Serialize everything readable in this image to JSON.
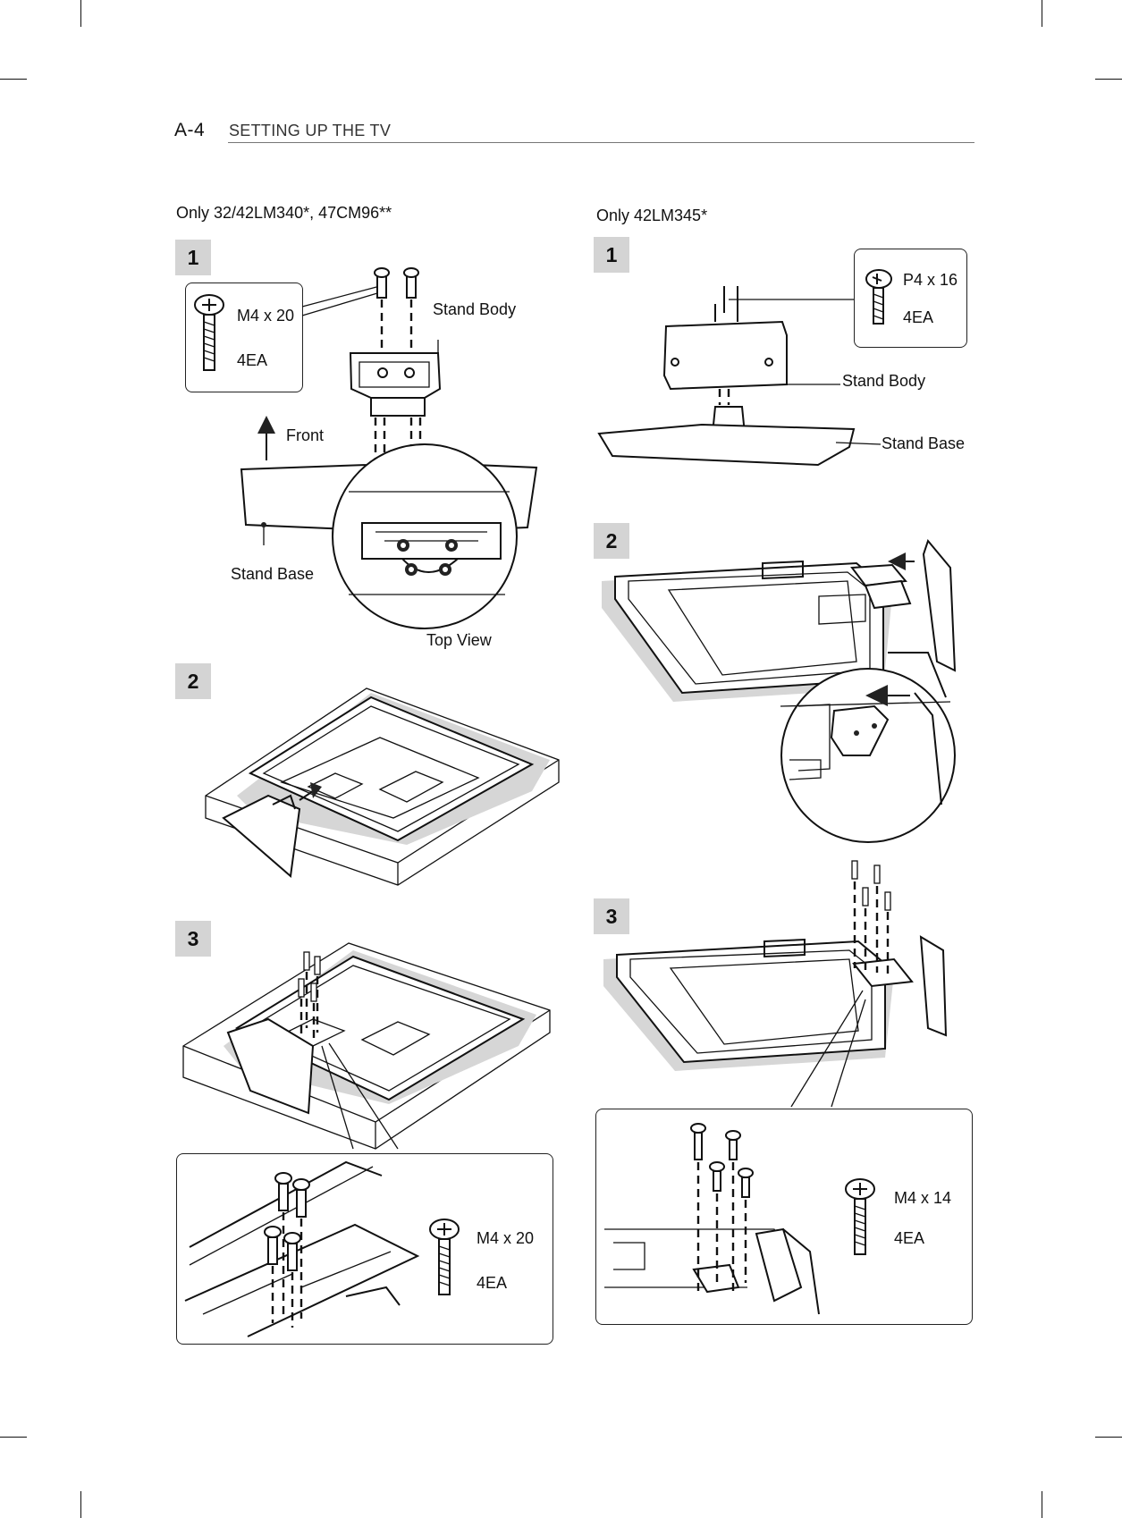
{
  "header": {
    "page_number": "A-4",
    "section_title": "SETTING UP THE TV"
  },
  "left_column": {
    "title": "Only 32/42LM340*, 47CM96**",
    "step1": {
      "number": "1",
      "screw_size": "M4 x 20",
      "screw_qty": "4EA",
      "labels": {
        "stand_body": "Stand Body",
        "front": "Front",
        "stand_base": "Stand Base",
        "top_view": "Top View"
      }
    },
    "step2": {
      "number": "2"
    },
    "step3": {
      "number": "3",
      "screw_size": "M4 x 20",
      "screw_qty": "4EA"
    }
  },
  "right_column": {
    "title": "Only 42LM345*",
    "step1": {
      "number": "1",
      "screw_size": "P4 x 16",
      "screw_qty": "4EA",
      "labels": {
        "stand_body": "Stand Body",
        "stand_base": "Stand Base"
      }
    },
    "step2": {
      "number": "2"
    },
    "step3": {
      "number": "3",
      "screw_size": "M4 x 14",
      "screw_qty": "4EA"
    }
  }
}
